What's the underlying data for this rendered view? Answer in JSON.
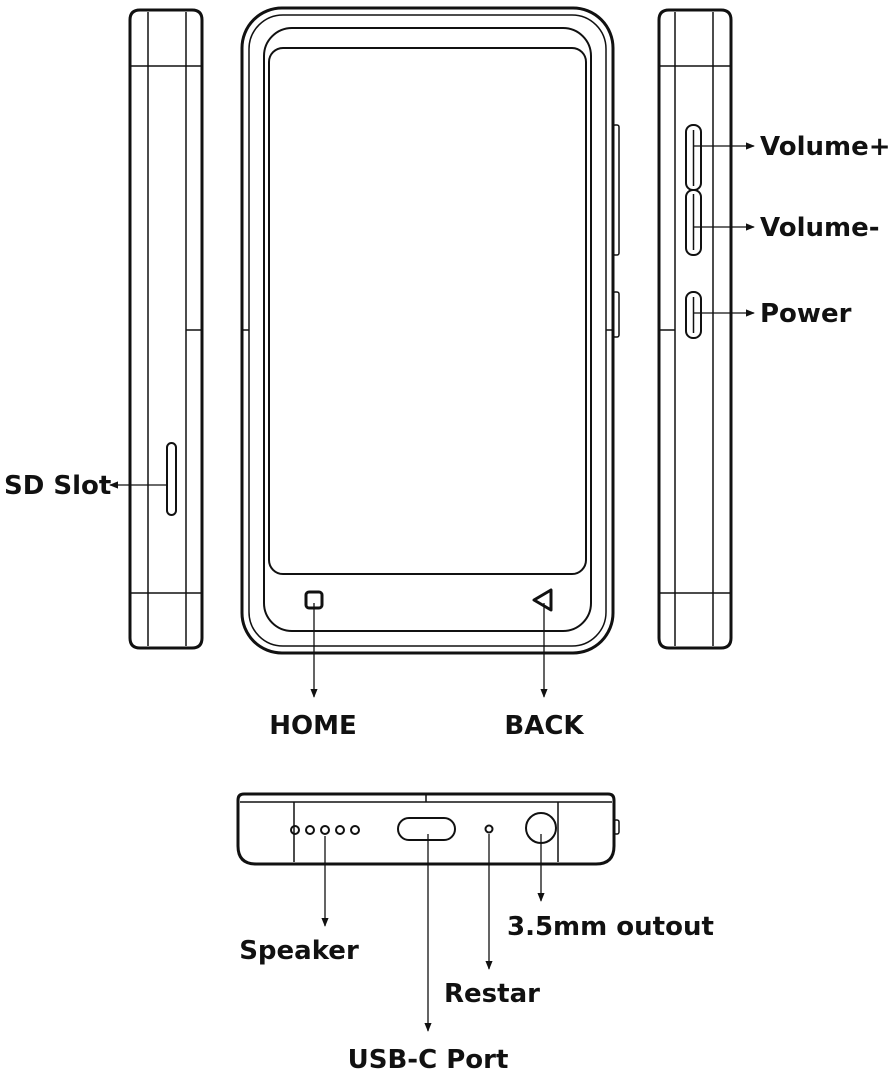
{
  "labels": {
    "volume_up": "Volume+",
    "volume_down": "Volume-",
    "power": "Power",
    "sd_slot": "SD Slot",
    "home": "HOME",
    "back": "BACK",
    "speaker": "Speaker",
    "usb_c": "USB-C Port",
    "restart": "Restar",
    "audio_jack": "3.5mm outout"
  },
  "colors": {
    "line": "#111111",
    "background": "#ffffff"
  }
}
